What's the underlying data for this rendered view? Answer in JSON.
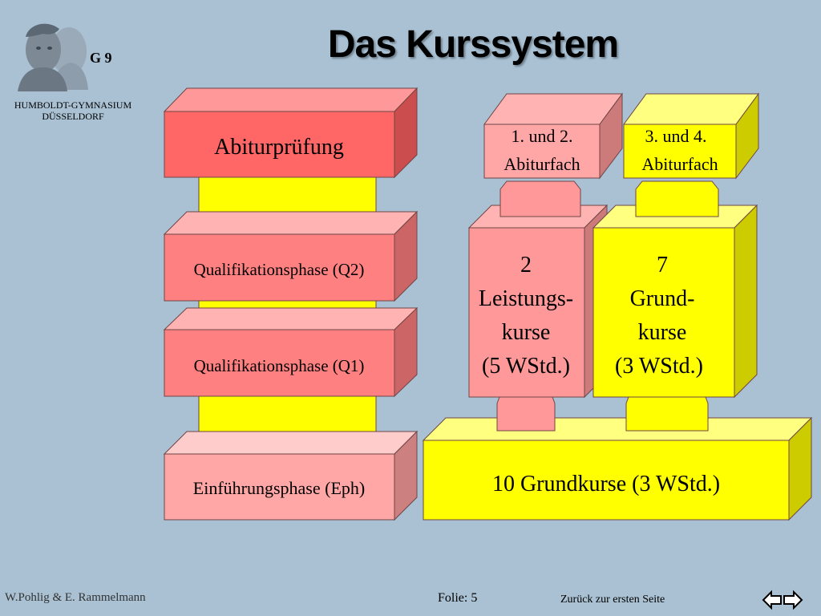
{
  "title": "Das Kurssystem",
  "grade_badge": "G 9",
  "school": {
    "line1": "HUMBOLDT-GYMNASIUM",
    "line2": "DÜSSELDORF"
  },
  "footer": {
    "authors": "W.Pohlig & E. Rammelmann",
    "slide_number": "Folie: 5",
    "back_link": "Zurück zur ersten Seite"
  },
  "left_stack": {
    "abitur": "Abiturprüfung",
    "q2": "Qualifikationsphase (Q2)",
    "q1": "Qualifikationsphase (Q1)",
    "eph": "Einführungsphase (Eph)"
  },
  "right_stack": {
    "ab12": {
      "line1": "1. und 2.",
      "line2": "Abiturfach"
    },
    "ab34": {
      "line1": "3. und 4.",
      "line2": "Abiturfach"
    },
    "lk": {
      "line1": "2",
      "line2": "Leistungs-",
      "line3": "kurse",
      "line4": "(5 WStd.)"
    },
    "gk": {
      "line1": "7",
      "line2": "Grund-",
      "line3": "kurse",
      "line4": "(3 WStd.)"
    },
    "base": "10 Grundkurse (3 WStd.)"
  },
  "colors": {
    "background": "#a9c1d3",
    "red_front": "#ff6666",
    "pink_front": "#ff9999",
    "light_pink_front": "#ffa6a6",
    "yellow_front": "#ffff00"
  }
}
